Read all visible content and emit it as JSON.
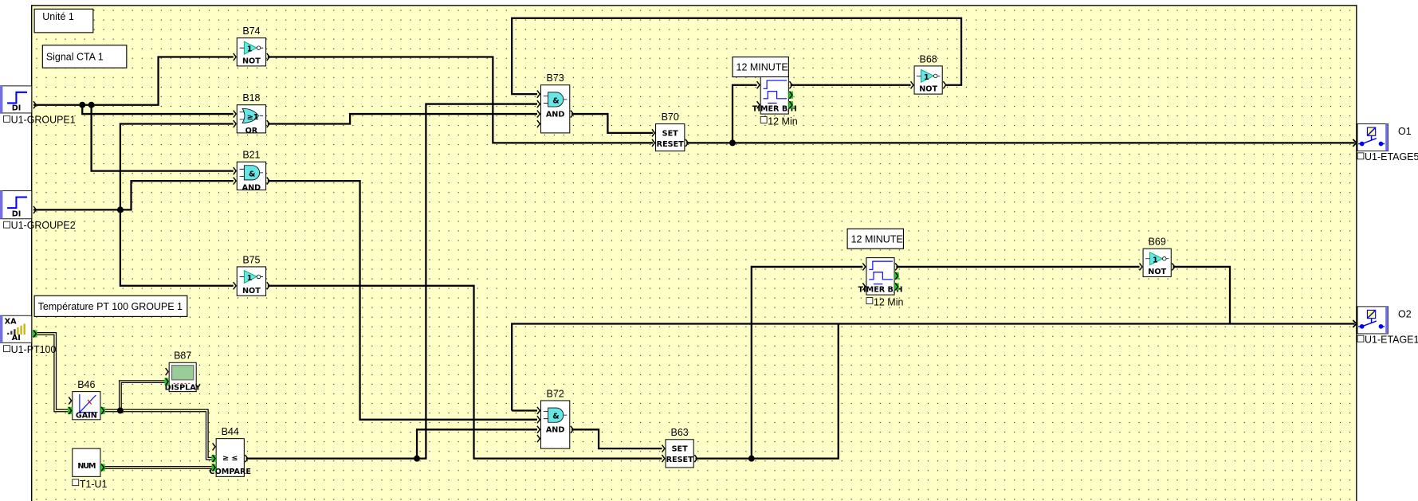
{
  "canvas": {
    "title": "Unité 1",
    "background": "#ffffc8",
    "grid": true
  },
  "comments": [
    {
      "text": "Signal CTA 1"
    },
    {
      "text": "Température PT 100 GROUPE 1"
    },
    {
      "text": "12 MINUTE"
    },
    {
      "text": "12 MINUTE"
    }
  ],
  "inputs": [
    {
      "type": "DI",
      "label": "U1-GROUPE1"
    },
    {
      "type": "DI",
      "label": "U1-GROUPE2"
    },
    {
      "type": "AI",
      "badge": "XA",
      "label": "U1-PT100"
    }
  ],
  "outputs": [
    {
      "id": "O1",
      "label": "U1-ETAGE5"
    },
    {
      "id": "O2",
      "label": "U1-ETAGE1"
    }
  ],
  "blocks": [
    {
      "id": "B74",
      "func": "NOT",
      "symbol": "1"
    },
    {
      "id": "B18",
      "func": "OR",
      "symbol": "≥1"
    },
    {
      "id": "B21",
      "func": "AND",
      "symbol": "&"
    },
    {
      "id": "B75",
      "func": "NOT",
      "symbol": "1"
    },
    {
      "id": "B73",
      "func": "AND",
      "symbol": "&"
    },
    {
      "id": "B70",
      "func": "SET",
      "func2": "RESET"
    },
    {
      "id": "B72",
      "func": "AND",
      "symbol": "&"
    },
    {
      "id": "B63",
      "func": "SET",
      "func2": "RESET"
    },
    {
      "id": "",
      "func": "TIMER B/H",
      "param": "12 Min"
    },
    {
      "id": "B68",
      "func": "NOT",
      "symbol": "1"
    },
    {
      "id": "",
      "func": "TIMER B/H",
      "param": "12 Min"
    },
    {
      "id": "B69",
      "func": "NOT",
      "symbol": "1"
    },
    {
      "id": "B87",
      "func": "DISPLAY"
    },
    {
      "id": "B46",
      "func": "GAIN"
    },
    {
      "id": "B44",
      "func": "COMPARE",
      "symbol": "≥ ≤"
    },
    {
      "id": "",
      "func": "NUM",
      "param": "T1-U1"
    }
  ],
  "colors": {
    "gate_fill": "#66e6e6",
    "accent_blue": "#0000ff",
    "analog_pin": "#22cc22",
    "io_stripe": "#7070e0"
  }
}
